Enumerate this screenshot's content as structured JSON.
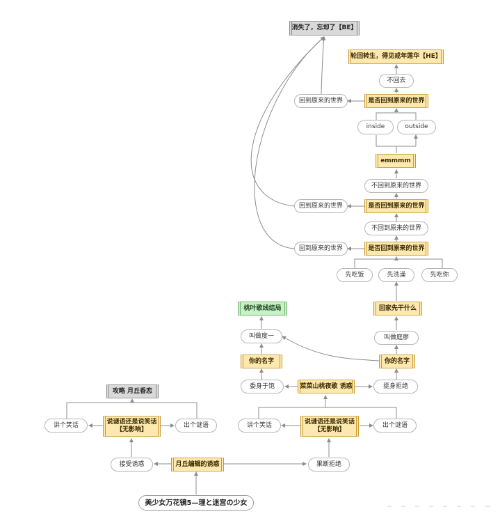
{
  "diagram": {
    "title": "美少女万花镜5—理と迷宫の少女",
    "nodes": {
      "lost": "消失了，忘却了【BE】",
      "reincarnation": "轮回转生，得见戒年莲华【HE】",
      "not_return": "不回去",
      "return_1": "回到原来的世界",
      "whether_return_1": "是否回到原来的世界",
      "inside": "inside",
      "outside": "outside",
      "emmmm": "emmmm",
      "not_return_orig_1": "不回到原来的世界",
      "return_2": "回到原来的世界",
      "whether_return_2": "是否回到原来的世界",
      "not_return_orig_2": "不回到原来的世界",
      "return_3": "回到原来的世界",
      "whether_return_3": "是否回到原来的世界",
      "eat_first": "先吃饭",
      "bath_first": "先洗澡",
      "eat_you_first": "先吃你",
      "home_first": "回家先干什么",
      "peach_ending": "桃叶歌线结局",
      "call_dumo": "叫做度一",
      "call_dongtian": "叫做庭廖",
      "your_name_left": "你的名字",
      "your_name_right": "你的名字",
      "devote": "委身于饱",
      "resist": "挺身拒绝",
      "peach_temptation": "菜菜山桃夜歌 诱惑",
      "joke_right": "讲个笑话",
      "riddle_joke_right_l1": "说谜语还是说笑话",
      "riddle_joke_right_l2": "【无影响】",
      "riddle_right": "出个谜语",
      "decisive_refuse": "果断拒绝",
      "guide": "攻略 月丘香恋",
      "joke_left": "讲个笑话",
      "riddle_joke_left_l1": "说谜语还是说笑话",
      "riddle_joke_left_l2": "【无影响】",
      "riddle_left": "出个谜语",
      "accept": "接受诱惑",
      "moon_temptation": "月丘编辑的诱惑"
    }
  },
  "colors": {
    "choice_fill": "#fde9b0",
    "ending_fill": "#d9d9d9",
    "good_ending_fill": "#c9f1c8",
    "edge": "#8c8c8c"
  }
}
